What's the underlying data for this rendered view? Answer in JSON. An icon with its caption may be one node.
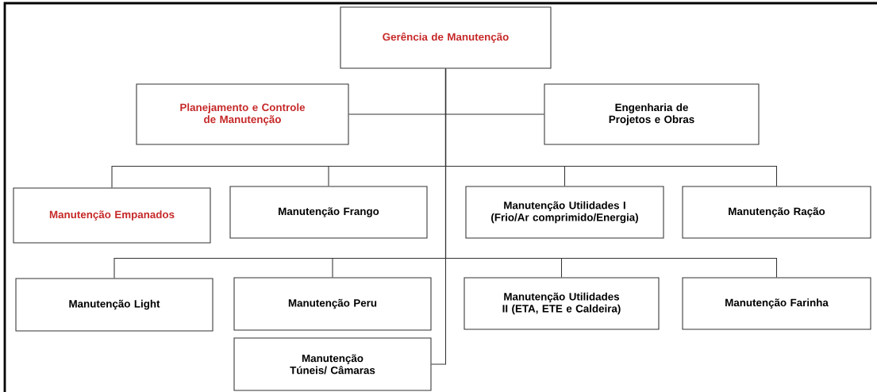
{
  "diagram": {
    "nodes": [
      {
        "text": [
          "Gerência de Manutenção"
        ]
      },
      {
        "text": [
          "Planejamento e Controle de Manutenção"
        ]
      },
      {
        "text": [
          "Engenharia de Projetos e Obras"
        ]
      },
      {
        "text": [
          "Manutenção Empanados"
        ]
      },
      {
        "text": [
          "Manutenção Frango"
        ]
      },
      {
        "text": [
          "Manutenção Utilidades I (Frio/Ar comprimido/Energia)"
        ]
      },
      {
        "text": [
          "Manutenção Ração"
        ]
      },
      {
        "text": [
          "Manutenção Light"
        ]
      },
      {
        "text": [
          "Manutenção Peru"
        ]
      },
      {
        "text": [
          "Manutenção Utilidades II (ETA, ETE e Caldeira)"
        ]
      },
      {
        "text": [
          "Manutenção Farinha"
        ]
      },
      {
        "text": [
          "Manutenção Túneis/ Câmaras"
        ]
      }
    ],
    "edges": [
      {
        "from": 0,
        "to": 1,
        "arrow": "none"
      },
      {
        "from": 0,
        "to": 2,
        "arrow": "none"
      },
      {
        "from": 0,
        "to": 3,
        "arrow": "none"
      },
      {
        "from": 0,
        "to": 4,
        "arrow": "none"
      },
      {
        "from": 0,
        "to": 5,
        "arrow": "none"
      },
      {
        "from": 0,
        "to": 6,
        "arrow": "none"
      },
      {
        "from": 0,
        "to": 7,
        "arrow": "none"
      },
      {
        "from": 0,
        "to": 8,
        "arrow": "none"
      },
      {
        "from": 0,
        "to": 9,
        "arrow": "none"
      },
      {
        "from": 0,
        "to": 10,
        "arrow": "none"
      },
      {
        "from": 0,
        "to": 11,
        "arrow": "none"
      }
    ]
  }
}
